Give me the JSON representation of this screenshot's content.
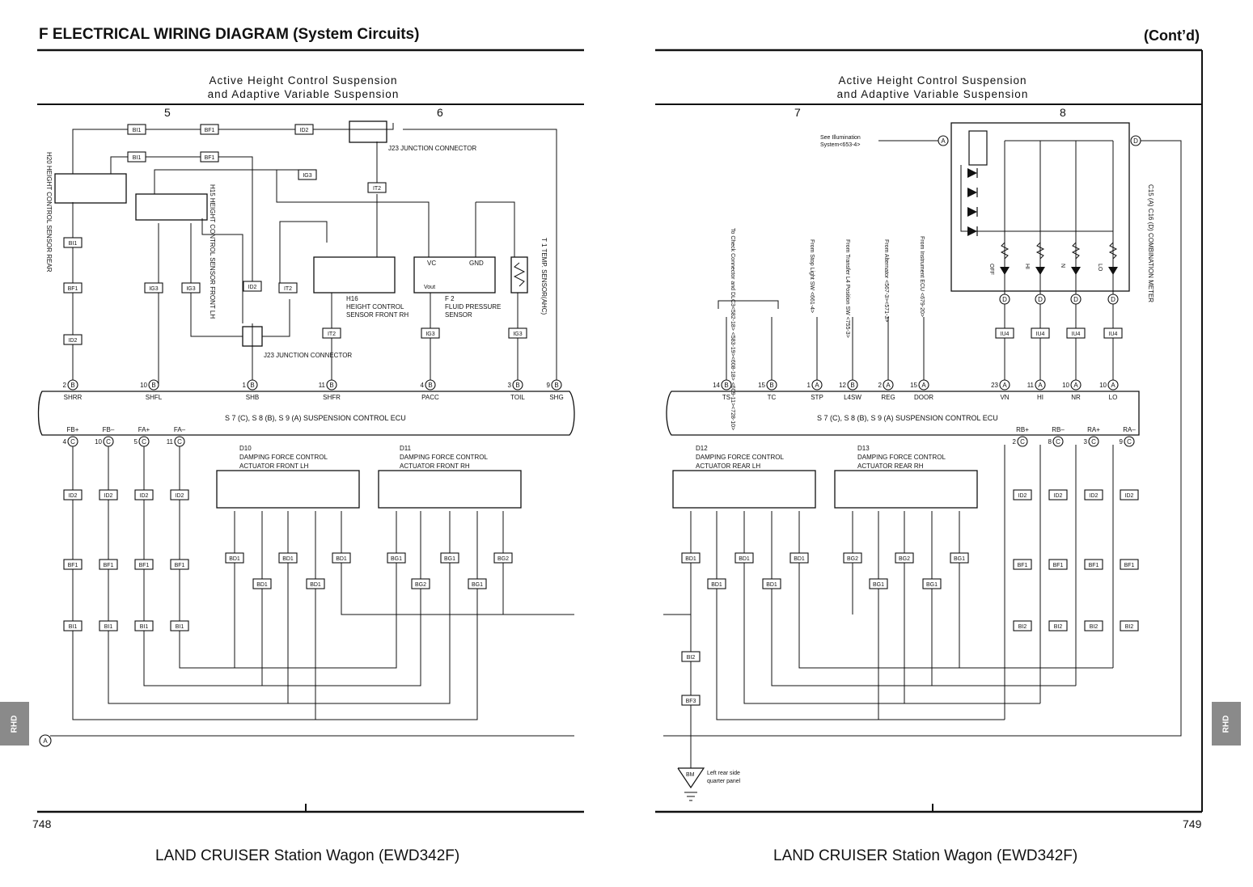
{
  "header": {
    "title": "F  ELECTRICAL WIRING DIAGRAM (System Circuits)",
    "cont": "(Cont’d)"
  },
  "system_title": {
    "line1": "Active Height Control Suspension",
    "line2": "and Adaptive Variable Suspension"
  },
  "grid": [
    "5",
    "6",
    "7",
    "8"
  ],
  "page_numbers": {
    "left": "748",
    "right": "749"
  },
  "footer": {
    "left": "LAND CRUISER Station Wagon (EWD342F)",
    "right": "LAND CRUISER Station Wagon (EWD342F)"
  },
  "side_tabs": {
    "left": "RHD",
    "right": "RHD"
  },
  "ecu": {
    "label": "S 7 (C),  S 8 (B),  S 9 (A) SUSPENSION CONTROL ECU",
    "left_terminals": [
      {
        "pin": "2",
        "conn": "B",
        "name": "SHRR"
      },
      {
        "pin": "10",
        "conn": "B",
        "name": "SHFL"
      },
      {
        "pin": "1",
        "conn": "B",
        "name": "SHB"
      },
      {
        "pin": "11",
        "conn": "B",
        "name": "SHFR"
      },
      {
        "pin": "4",
        "conn": "B",
        "name": "PACC"
      },
      {
        "pin": "3",
        "conn": "B",
        "name": "TOIL"
      },
      {
        "pin": "9",
        "conn": "B",
        "name": "SHG"
      }
    ],
    "right_terminals": [
      {
        "pin": "14",
        "conn": "B",
        "name": "TS"
      },
      {
        "pin": "15",
        "conn": "B",
        "name": "TC"
      },
      {
        "pin": "1",
        "conn": "A",
        "name": "STP"
      },
      {
        "pin": "12",
        "conn": "B",
        "name": "L4SW"
      },
      {
        "pin": "2",
        "conn": "A",
        "name": "REG"
      },
      {
        "pin": "15",
        "conn": "A",
        "name": "DOOR"
      },
      {
        "pin": "23",
        "conn": "A",
        "name": "VN"
      },
      {
        "pin": "11",
        "conn": "A",
        "name": "HI"
      },
      {
        "pin": "10",
        "conn": "A",
        "name": "NR"
      },
      {
        "pin": "10",
        "conn": "A",
        "name": "LO"
      }
    ],
    "left_bottom_terminals": [
      {
        "pin": "4",
        "conn": "C",
        "name": "FB+"
      },
      {
        "pin": "10",
        "conn": "C",
        "name": "FB–"
      },
      {
        "pin": "5",
        "conn": "C",
        "name": "FA+"
      },
      {
        "pin": "11",
        "conn": "C",
        "name": "FA–"
      }
    ],
    "right_bottom_terminals": [
      {
        "pin": "2",
        "conn": "C",
        "name": "RB+"
      },
      {
        "pin": "8",
        "conn": "C",
        "name": "RB–"
      },
      {
        "pin": "3",
        "conn": "C",
        "name": "RA+"
      },
      {
        "pin": "9",
        "conn": "C",
        "name": "RA–"
      }
    ]
  },
  "components": {
    "h20": "H20  HEIGHT CONTROL SENSOR REAR",
    "h15": "H15  HEIGHT CONTROL SENSOR FRONT LH",
    "j23": "J23  JUNCTION CONNECTOR",
    "h16_1": "H16",
    "h16_2": "HEIGHT CONTROL",
    "h16_3": "SENSOR FRONT RH",
    "f2_1": "F 2",
    "f2_2": "FLUID PRESSURE",
    "f2_3": "SENSOR",
    "t1": "T 1  TEMP. SENSOR(AHC)",
    "d10_1": "D10",
    "d10_2": "DAMPING FORCE CONTROL",
    "d10_3": "ACTUATOR FRONT LH",
    "d11_1": "D11",
    "d11_2": "DAMPING FORCE CONTROL",
    "d11_3": "ACTUATOR FRONT RH",
    "d12_1": "D12",
    "d12_2": "DAMPING FORCE CONTROL",
    "d12_3": "ACTUATOR REAR LH",
    "d13_1": "D13",
    "d13_2": "DAMPING FORCE CONTROL",
    "d13_3": "ACTUATOR REAR RH",
    "combo_meter": "C15 (A)  C16 (D)  COMBINATION METER",
    "ground_1": "Left rear side",
    "ground_2": "quarter panel",
    "ground_id": "BM",
    "illum_1": "See Illumination",
    "illum_2": "System<653-4>",
    "vc": "VC",
    "gnd": "GND",
    "vout": "Vout"
  },
  "external_refs": [
    "To Check Connector and DLC3<582-18> <583-19><608-18> <609-11><728-10>",
    "From Stop Light SW <661-4>",
    "From Transfer L4 Position SW <755-3>",
    "From Alternator <567-3><571-3>",
    "From Instrument ECU <679-20>"
  ],
  "lamps": [
    "OFF",
    "HI",
    "N",
    "LO"
  ],
  "connector_ids": [
    "BI1",
    "BF1",
    "ID2",
    "IG3",
    "IT2",
    "BD1",
    "BG1",
    "BG2",
    "BI2",
    "BF3",
    "IU4"
  ]
}
